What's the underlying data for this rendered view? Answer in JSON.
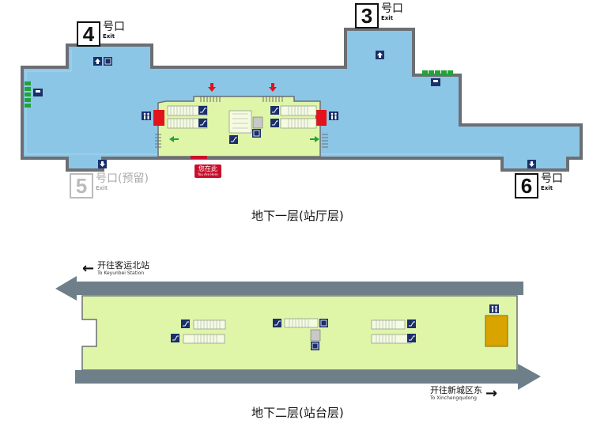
{
  "exits": {
    "e4": {
      "num": "4",
      "zh": "号口",
      "en": "Exit"
    },
    "e3": {
      "num": "3",
      "zh": "号口",
      "en": "Exit"
    },
    "e5": {
      "num": "5",
      "zh": "号口(预留)",
      "en": "Exit"
    },
    "e6": {
      "num": "6",
      "zh": "号口",
      "en": "Exit"
    }
  },
  "concourse": {
    "label": "地下一层(站厅层)",
    "you_are_here_zh": "您在此",
    "you_are_here_en": "You Are Here"
  },
  "platform": {
    "label": "地下二层(站台层)",
    "dir_west_zh": "开往客运北站",
    "dir_west_en": "To Keyunbei Station",
    "dir_east_zh": "开往新城区东",
    "dir_east_en": "To Xinchengqudong"
  },
  "colors": {
    "hall_blue": "#8cc6e6",
    "paid_green": "#dff5a8",
    "wall_gray": "#6b6f73",
    "gate_red": "#e2131a",
    "platform_green": "#dff5a8",
    "track_gray": "#6f7f8a",
    "door_gold": "#d9a400",
    "icon_navy": "#1b2f6b",
    "fare_green": "#22a33a"
  },
  "icons": [
    "elevator-icon",
    "escalator-icon",
    "toilet-icon",
    "ticket-machine-icon",
    "exit-arrow-icon"
  ]
}
